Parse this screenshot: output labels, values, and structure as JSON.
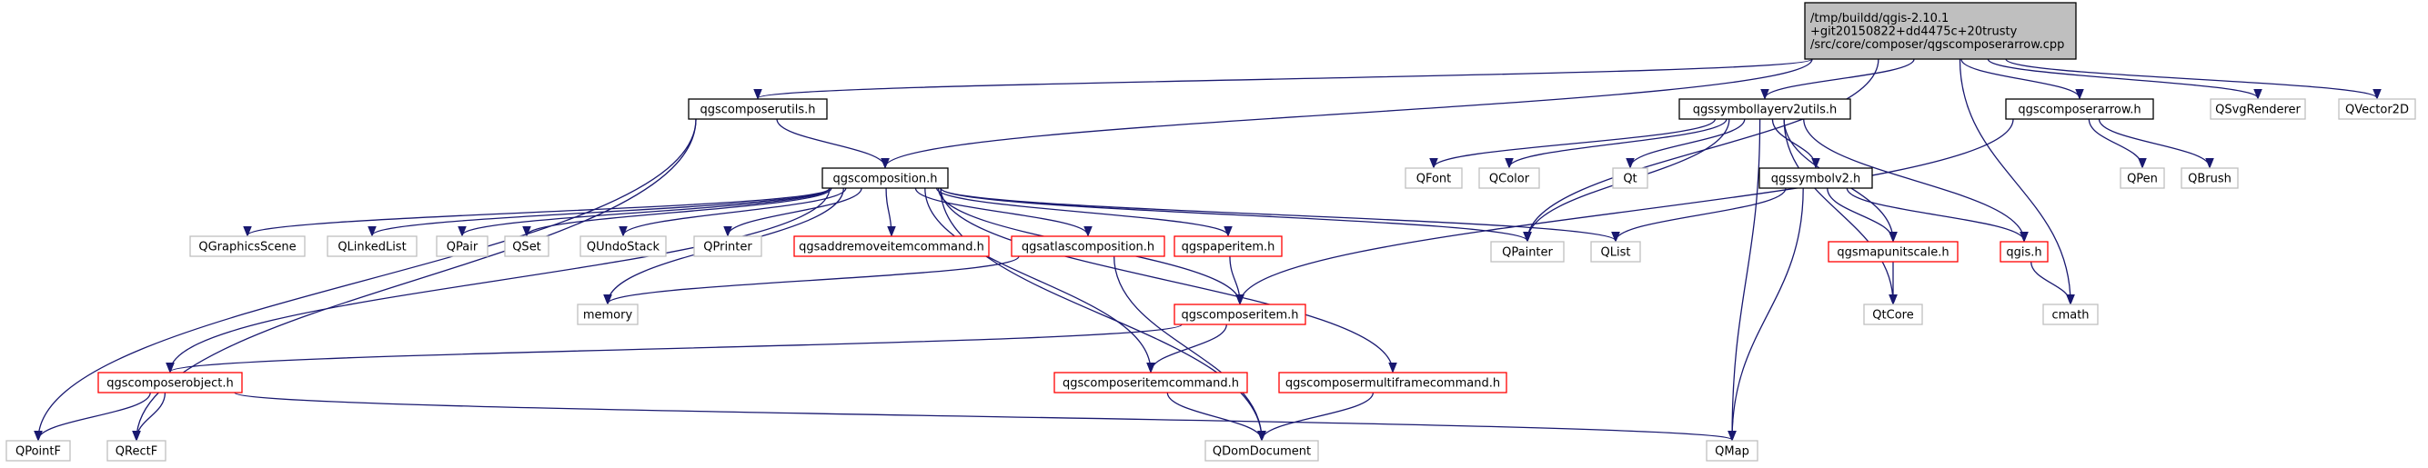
{
  "graph": {
    "nodes": [
      {
        "id": "root",
        "lines": [
          "/tmp/buildd/qgis-2.10.1",
          "+git20150822+dd4475c+20trusty",
          "/src/core/composer/qgscomposerarrow.cpp"
        ],
        "style": "root"
      },
      {
        "id": "utils",
        "lines": [
          "qgscomposerutils.h"
        ],
        "style": "doc"
      },
      {
        "id": "symlayer",
        "lines": [
          "qgssymbollayerv2utils.h"
        ],
        "style": "doc"
      },
      {
        "id": "arrowh",
        "lines": [
          "qgscomposerarrow.h"
        ],
        "style": "doc"
      },
      {
        "id": "qsvg",
        "lines": [
          "QSvgRenderer"
        ],
        "style": "ext"
      },
      {
        "id": "qvec",
        "lines": [
          "QVector2D"
        ],
        "style": "ext"
      },
      {
        "id": "composition",
        "lines": [
          "qgscomposition.h"
        ],
        "style": "doc"
      },
      {
        "id": "qfont",
        "lines": [
          "QFont"
        ],
        "style": "ext"
      },
      {
        "id": "qcolor",
        "lines": [
          "QColor"
        ],
        "style": "ext"
      },
      {
        "id": "qt",
        "lines": [
          "Qt"
        ],
        "style": "ext"
      },
      {
        "id": "symv2",
        "lines": [
          "qgssymbolv2.h"
        ],
        "style": "doc"
      },
      {
        "id": "qpen",
        "lines": [
          "QPen"
        ],
        "style": "ext"
      },
      {
        "id": "qbrush",
        "lines": [
          "QBrush"
        ],
        "style": "ext"
      },
      {
        "id": "qgs",
        "lines": [
          "QGraphicsScene"
        ],
        "style": "ext"
      },
      {
        "id": "qll",
        "lines": [
          "QLinkedList"
        ],
        "style": "ext"
      },
      {
        "id": "qpair",
        "lines": [
          "QPair"
        ],
        "style": "ext"
      },
      {
        "id": "qset",
        "lines": [
          "QSet"
        ],
        "style": "ext"
      },
      {
        "id": "qundo",
        "lines": [
          "QUndoStack"
        ],
        "style": "ext"
      },
      {
        "id": "qprinter",
        "lines": [
          "QPrinter"
        ],
        "style": "ext"
      },
      {
        "id": "addremove",
        "lines": [
          "qgsaddremoveitemcommand.h"
        ],
        "style": "red"
      },
      {
        "id": "atlas",
        "lines": [
          "qgsatlascomposition.h"
        ],
        "style": "red"
      },
      {
        "id": "paper",
        "lines": [
          "qgspaperitem.h"
        ],
        "style": "red"
      },
      {
        "id": "qpainter",
        "lines": [
          "QPainter"
        ],
        "style": "ext"
      },
      {
        "id": "qlist",
        "lines": [
          "QList"
        ],
        "style": "ext"
      },
      {
        "id": "mapunit",
        "lines": [
          "qgsmapunitscale.h"
        ],
        "style": "red"
      },
      {
        "id": "qgis",
        "lines": [
          "qgis.h"
        ],
        "style": "red"
      },
      {
        "id": "memory",
        "lines": [
          "memory"
        ],
        "style": "ext"
      },
      {
        "id": "item",
        "lines": [
          "qgscomposeritem.h"
        ],
        "style": "red"
      },
      {
        "id": "qtcore",
        "lines": [
          "QtCore"
        ],
        "style": "ext"
      },
      {
        "id": "cmath",
        "lines": [
          "cmath"
        ],
        "style": "ext"
      },
      {
        "id": "object",
        "lines": [
          "qgscomposerobject.h"
        ],
        "style": "red"
      },
      {
        "id": "itemcmd",
        "lines": [
          "qgscomposeritemcommand.h"
        ],
        "style": "red"
      },
      {
        "id": "multiframe",
        "lines": [
          "qgscomposermultiframecommand.h"
        ],
        "style": "red"
      },
      {
        "id": "qpointf",
        "lines": [
          "QPointF"
        ],
        "style": "ext"
      },
      {
        "id": "qrectf",
        "lines": [
          "QRectF"
        ],
        "style": "ext"
      },
      {
        "id": "qdom",
        "lines": [
          "QDomDocument"
        ],
        "style": "ext"
      },
      {
        "id": "qmap",
        "lines": [
          "QMap"
        ],
        "style": "ext"
      }
    ],
    "edges": [
      [
        "root",
        "utils"
      ],
      [
        "root",
        "composition"
      ],
      [
        "root",
        "qpainter"
      ],
      [
        "root",
        "symlayer"
      ],
      [
        "root",
        "arrowh"
      ],
      [
        "root",
        "qsvg"
      ],
      [
        "root",
        "qvec"
      ],
      [
        "root",
        "cmath"
      ],
      [
        "utils",
        "composition"
      ],
      [
        "utils",
        "qpointf"
      ],
      [
        "utils",
        "qrectf"
      ],
      [
        "symlayer",
        "qfont"
      ],
      [
        "symlayer",
        "qcolor"
      ],
      [
        "symlayer",
        "qt"
      ],
      [
        "symlayer",
        "qpainter"
      ],
      [
        "symlayer",
        "qmap"
      ],
      [
        "symlayer",
        "symv2"
      ],
      [
        "symlayer",
        "mapunit"
      ],
      [
        "symlayer",
        "qtcore"
      ],
      [
        "symlayer",
        "qgis"
      ],
      [
        "arrowh",
        "qpen"
      ],
      [
        "arrowh",
        "qbrush"
      ],
      [
        "arrowh",
        "item"
      ],
      [
        "composition",
        "qgs"
      ],
      [
        "composition",
        "qll"
      ],
      [
        "composition",
        "qpair"
      ],
      [
        "composition",
        "qset"
      ],
      [
        "composition",
        "qundo"
      ],
      [
        "composition",
        "qprinter"
      ],
      [
        "composition",
        "addremove"
      ],
      [
        "composition",
        "atlas"
      ],
      [
        "composition",
        "paper"
      ],
      [
        "composition",
        "qpainter"
      ],
      [
        "composition",
        "qlist"
      ],
      [
        "composition",
        "memory"
      ],
      [
        "composition",
        "object"
      ],
      [
        "composition",
        "item"
      ],
      [
        "composition",
        "itemcmd"
      ],
      [
        "composition",
        "multiframe"
      ],
      [
        "composition",
        "qdom"
      ],
      [
        "symv2",
        "qlist"
      ],
      [
        "symv2",
        "mapunit"
      ],
      [
        "symv2",
        "qgis"
      ],
      [
        "symv2",
        "qmap"
      ],
      [
        "atlas",
        "memory"
      ],
      [
        "atlas",
        "qdom"
      ],
      [
        "paper",
        "item"
      ],
      [
        "mapunit",
        "qtcore"
      ],
      [
        "qgis",
        "cmath"
      ],
      [
        "item",
        "object"
      ],
      [
        "item",
        "itemcmd"
      ],
      [
        "object",
        "qpointf"
      ],
      [
        "object",
        "qrectf"
      ],
      [
        "object",
        "qmap"
      ],
      [
        "itemcmd",
        "qdom"
      ],
      [
        "multiframe",
        "qdom"
      ]
    ]
  },
  "colors": {
    "edge": "#191970",
    "doc_border": "#000000",
    "red_border": "#ff0000",
    "ext_border": "#bfbfbf",
    "root_fill": "#bfbfbf",
    "fill": "#ffffff"
  }
}
